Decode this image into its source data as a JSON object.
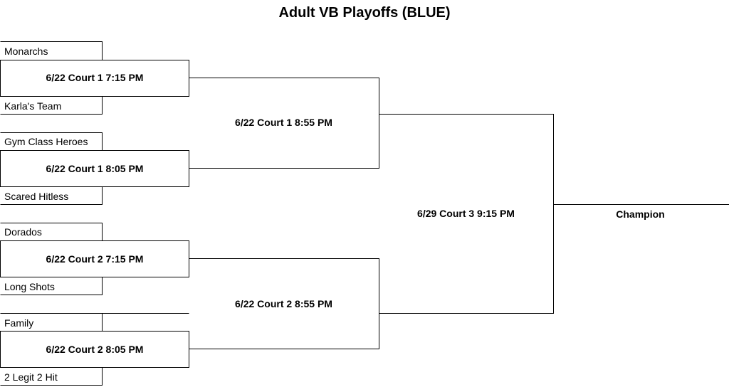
{
  "title": "Adult VB Playoffs (BLUE)",
  "teams": [
    "Monarchs",
    "Karla's Team",
    "Gym Class Heroes",
    "Scared Hitless",
    "Dorados",
    "Long Shots",
    "Family",
    "2 Legit 2 Hit"
  ],
  "round1": [
    "6/22 Court 1 7:15 PM",
    "6/22 Court 1 8:05 PM",
    "6/22 Court 2 7:15 PM",
    "6/22 Court 2 8:05 PM"
  ],
  "round2": [
    "6/22 Court 1 8:55 PM",
    "6/22 Court 2 8:55 PM"
  ],
  "final": "6/29 Court 3 9:15 PM",
  "champion": "Champion"
}
